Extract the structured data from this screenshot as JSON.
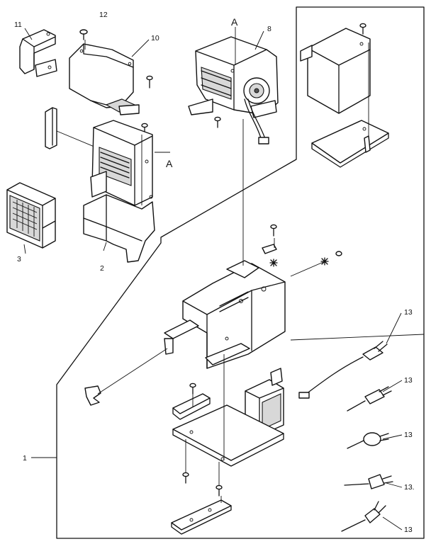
{
  "callouts": {
    "p1": "1",
    "p2": "2",
    "p3": "3",
    "p8": "8",
    "p10": "10",
    "p11": "11",
    "p12": "12",
    "p13a": "13",
    "p13b": "13",
    "p13c": "13",
    "p13d": "13.",
    "p13e": "13",
    "a_top": "A",
    "a_side": "A"
  }
}
